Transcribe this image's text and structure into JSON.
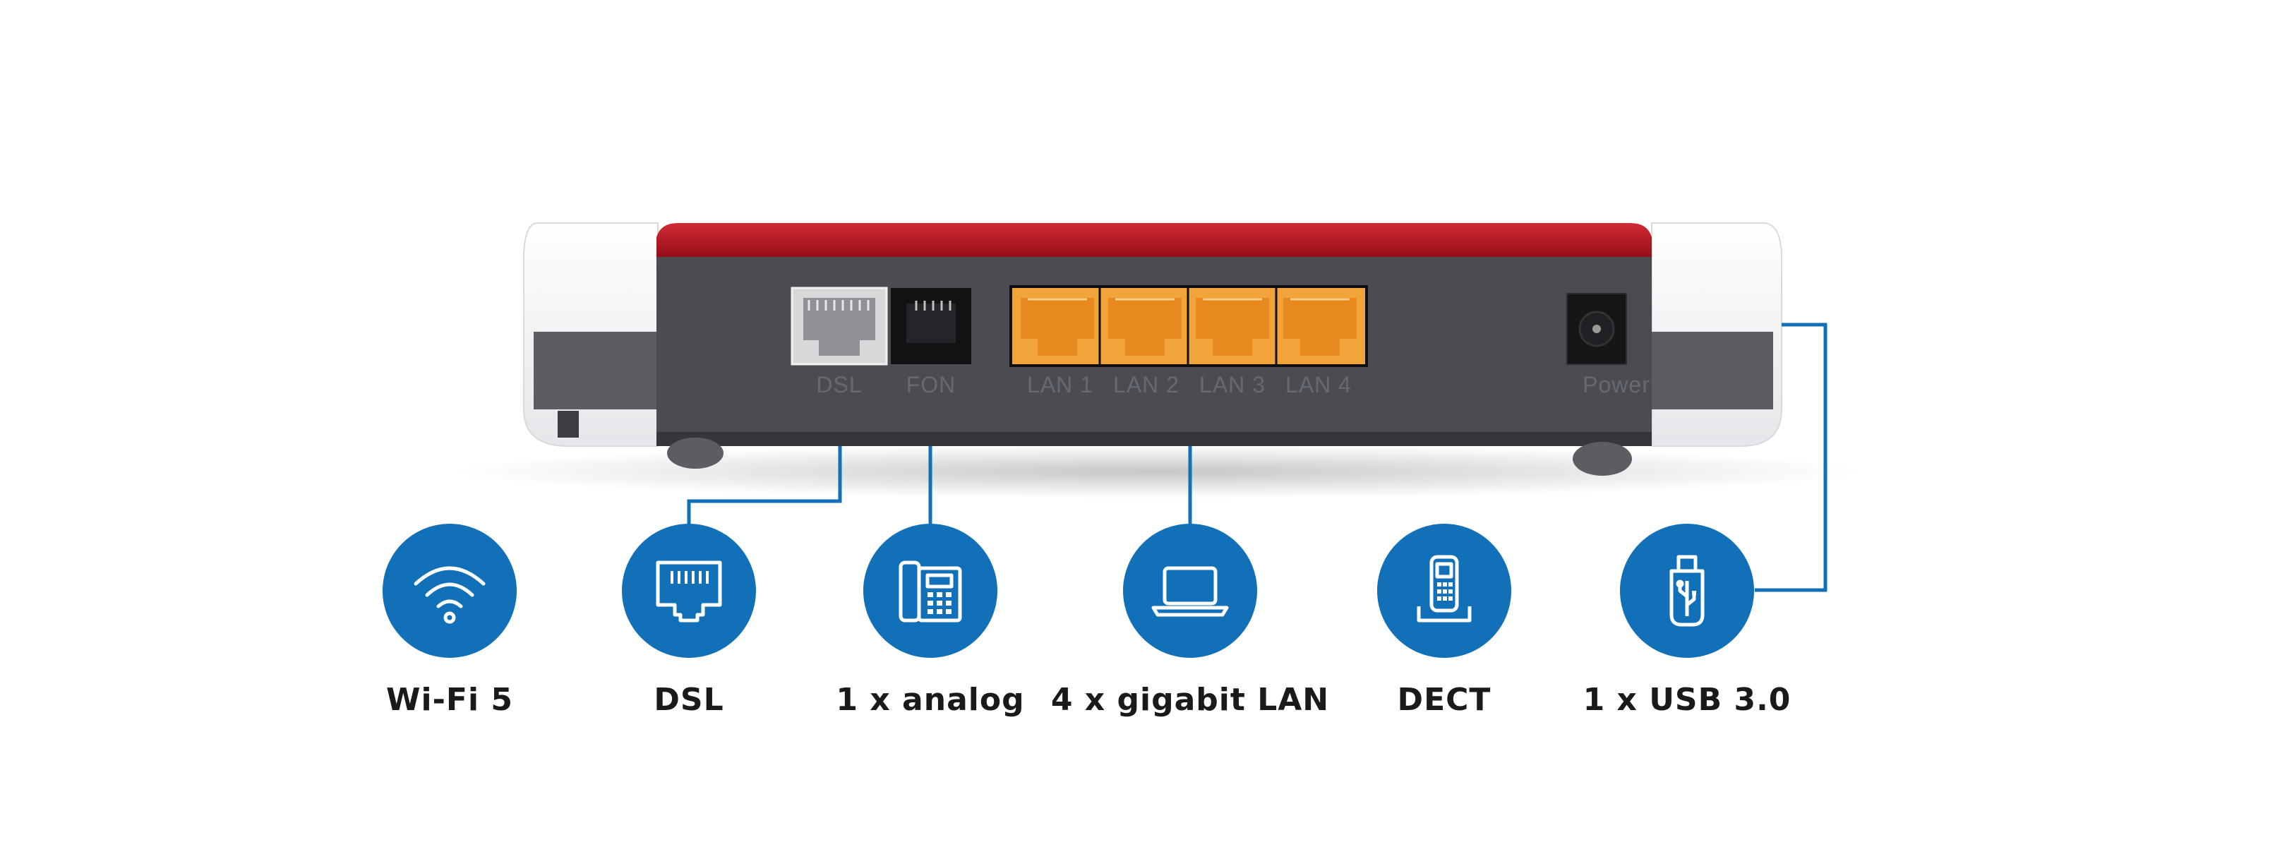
{
  "router": {
    "ports": {
      "dsl": "DSL",
      "fon": "FON",
      "lan1": "LAN 1",
      "lan2": "LAN 2",
      "lan3": "LAN 3",
      "lan4": "LAN 4",
      "power": "Power"
    }
  },
  "features": [
    {
      "label": "Wi-Fi 5",
      "icon": "wifi-icon"
    },
    {
      "label": "DSL",
      "icon": "dsl-port-icon"
    },
    {
      "label": "1 x analog",
      "icon": "desk-phone-icon"
    },
    {
      "label": "4 x gigabit LAN",
      "icon": "laptop-icon"
    },
    {
      "label": "DECT",
      "icon": "cordless-phone-icon"
    },
    {
      "label": "1 x USB 3.0",
      "icon": "usb-icon"
    }
  ],
  "colors": {
    "accent_blue": "#1170b8",
    "router_red": "#b5131f",
    "router_body": "#4a4c52",
    "lan_port": "#f0a43a"
  }
}
